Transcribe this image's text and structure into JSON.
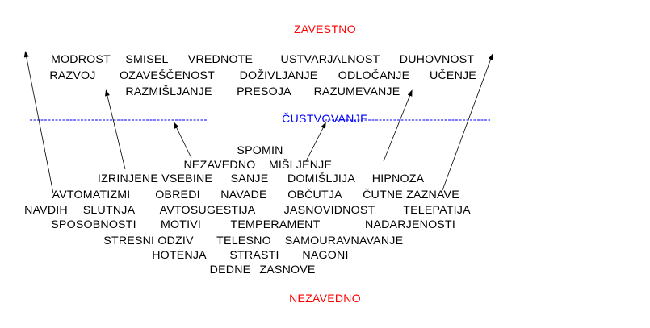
{
  "title_top": "ZAVESTNO",
  "title_bottom": "NEZAVEDNO",
  "middle_label": "ČUSTVOVANJE",
  "colors": {
    "top_title": "#ff0000",
    "bottom_title": "#ff0000",
    "divider": "#0000ff",
    "text": "#000000"
  },
  "conscious_rows": [
    [
      "MODROST",
      "SMISEL",
      "VREDNOTE",
      "USTVARJALNOST",
      "DUHOVNOST"
    ],
    [
      "RAZVOJ",
      "OZAVEŠČENOST",
      "DOŽIVLJANJE",
      "ODLOČANJE",
      "UČENJE"
    ],
    [
      "RAZMIŠLJANJE",
      "PRESOJA",
      "RAZUMEVANJE"
    ]
  ],
  "unconscious_rows": [
    [
      "SPOMIN"
    ],
    [
      "NEZAVEDNO",
      "MIŠLJENJE"
    ],
    [
      "IZRINJENE VSEBINE",
      "SANJE",
      "DOMIŠLJIJA",
      "HIPNOZA"
    ],
    [
      "AVTOMATIZMI",
      "OBREDI",
      "NAVADE",
      "OBČUTJA",
      "ČUTNE ZAZNAVE"
    ],
    [
      "NAVDIH",
      "SLUTNJA",
      "AVTOSUGESTIJA",
      "JASNOVIDNOST",
      "TELEPATIJA"
    ],
    [
      "SPOSOBNOSTI",
      "MOTIVI",
      "TEMPERAMENT",
      "NADARJENOSTI"
    ],
    [
      "STRESNI ODZIV",
      "TELESNO",
      "SAMOURAVNAVANJE"
    ],
    [
      "HOTENJA",
      "STRASTI",
      "NAGONI"
    ],
    [
      "DEDNE",
      "ZASNOVE"
    ]
  ]
}
